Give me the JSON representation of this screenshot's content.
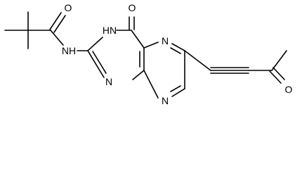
{
  "molecule": {
    "atoms": {
      "o_amide": "O",
      "nh_amide": "NH",
      "o_ring": "O",
      "hn_ring": "HN",
      "n_pyrimidine": "N",
      "n_pyrazine_top": "N",
      "n_pyrazine_bottom": "N",
      "o_ketone": "O"
    },
    "colors": {
      "bond": "#000000",
      "label": "#000000",
      "background": "#ffffff"
    }
  }
}
